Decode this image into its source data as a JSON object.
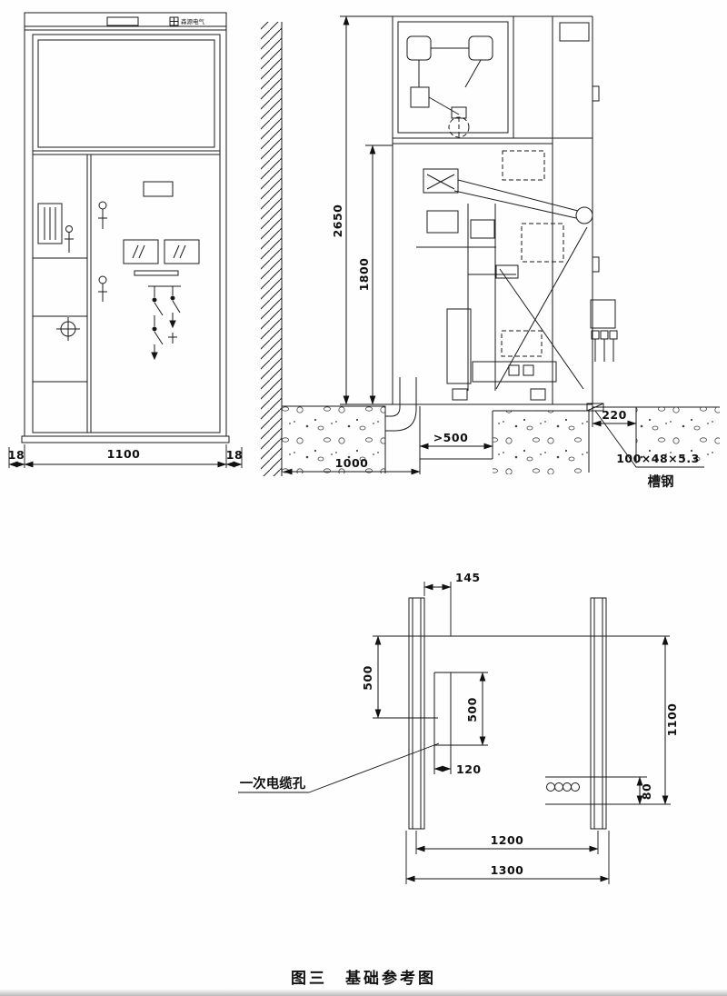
{
  "figure": {
    "caption": "图三　基础参考图"
  },
  "front_view": {
    "brand_text": "森源电气",
    "dims": {
      "left_wall": "18",
      "width": "1100",
      "right_wall": "18"
    }
  },
  "side_view": {
    "dims": {
      "total_height": "2650",
      "inner_height": "1800",
      "front_clearance": "220",
      "trench_width": ">500",
      "rear_clearance": "1000"
    },
    "channel_steel": {
      "spec": "100×48×5.3",
      "name": "槽钢"
    }
  },
  "plan_view": {
    "dims": {
      "offset_145": "145",
      "left_500": "500",
      "inner_500": "500",
      "right_1100": "1100",
      "hole_width_120": "120",
      "offset_80": "80",
      "rail_spacing_1200": "1200",
      "overall_1300": "1300"
    },
    "labels": {
      "cable_hole": "一次电缆孔"
    }
  }
}
